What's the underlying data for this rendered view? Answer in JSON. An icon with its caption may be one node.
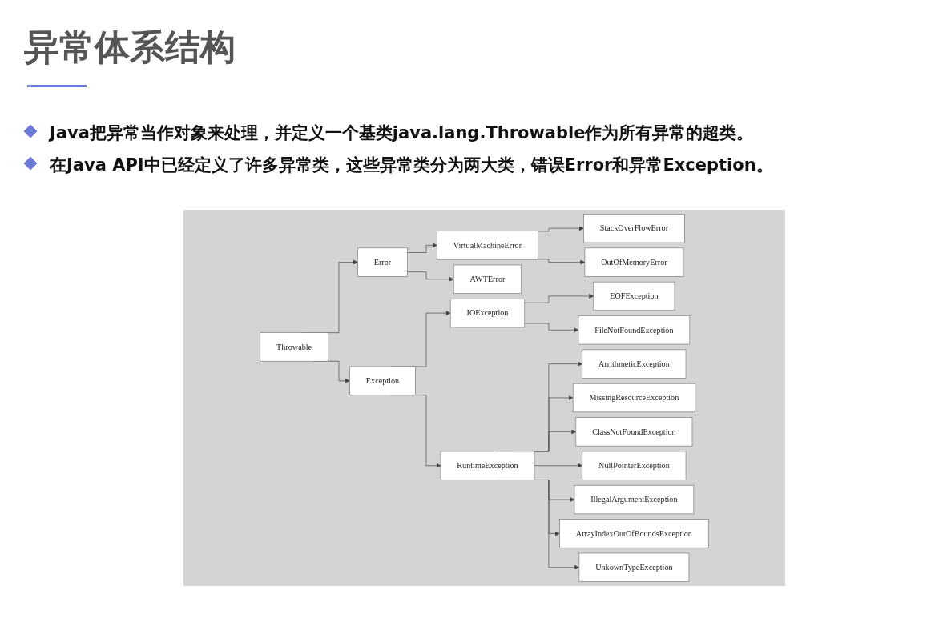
{
  "diagram": {
    "title": "异常体系结构",
    "nodes": [
      {
        "text": [
          "Throwable"
        ]
      },
      {
        "text": [
          "Error"
        ]
      },
      {
        "text": [
          "Exception"
        ]
      },
      {
        "text": [
          "VirtualMachineError"
        ]
      },
      {
        "text": [
          "AWTError"
        ]
      },
      {
        "text": [
          "StackOverFlowError"
        ]
      },
      {
        "text": [
          "OutOfMemoryError"
        ]
      },
      {
        "text": [
          "IOException"
        ]
      },
      {
        "text": [
          "RuntimeException"
        ]
      },
      {
        "text": [
          "EOFException"
        ]
      },
      {
        "text": [
          "FileNotFoundException"
        ]
      },
      {
        "text": [
          "ArrithmeticException"
        ]
      },
      {
        "text": [
          "MissingResourceException"
        ]
      },
      {
        "text": [
          "ClassNotFoundException"
        ]
      },
      {
        "text": [
          "NullPointerException"
        ]
      },
      {
        "text": [
          "IllegalArgumentException"
        ]
      },
      {
        "text": [
          "ArrayIndexOutOfBoundsException"
        ]
      },
      {
        "text": [
          "UnkownTypeException"
        ]
      }
    ],
    "edges": [
      {
        "from": 0,
        "to": 1,
        "arrow": "to"
      },
      {
        "from": 0,
        "to": 2,
        "arrow": "to"
      },
      {
        "from": 1,
        "to": 3,
        "arrow": "to"
      },
      {
        "from": 1,
        "to": 4,
        "arrow": "to"
      },
      {
        "from": 3,
        "to": 5,
        "arrow": "to"
      },
      {
        "from": 3,
        "to": 6,
        "arrow": "to"
      },
      {
        "from": 2,
        "to": 7,
        "arrow": "to"
      },
      {
        "from": 2,
        "to": 8,
        "arrow": "to"
      },
      {
        "from": 7,
        "to": 9,
        "arrow": "to"
      },
      {
        "from": 7,
        "to": 10,
        "arrow": "to"
      },
      {
        "from": 8,
        "to": 11,
        "arrow": "to"
      },
      {
        "from": 8,
        "to": 12,
        "arrow": "to"
      },
      {
        "from": 8,
        "to": 13,
        "arrow": "to"
      },
      {
        "from": 8,
        "to": 14,
        "arrow": "to"
      },
      {
        "from": 8,
        "to": 15,
        "arrow": "to"
      },
      {
        "from": 8,
        "to": 16,
        "arrow": "to"
      },
      {
        "from": 8,
        "to": 17,
        "arrow": "to"
      }
    ],
    "labels": [
      "Java把异常当作对象来处理，并定义一个基类java.lang.Throwable作为所有异常的超类。",
      "在Java API中已经定义了许多异常类，这些异常类分为两大类，错误Error和异常Exception。"
    ]
  }
}
